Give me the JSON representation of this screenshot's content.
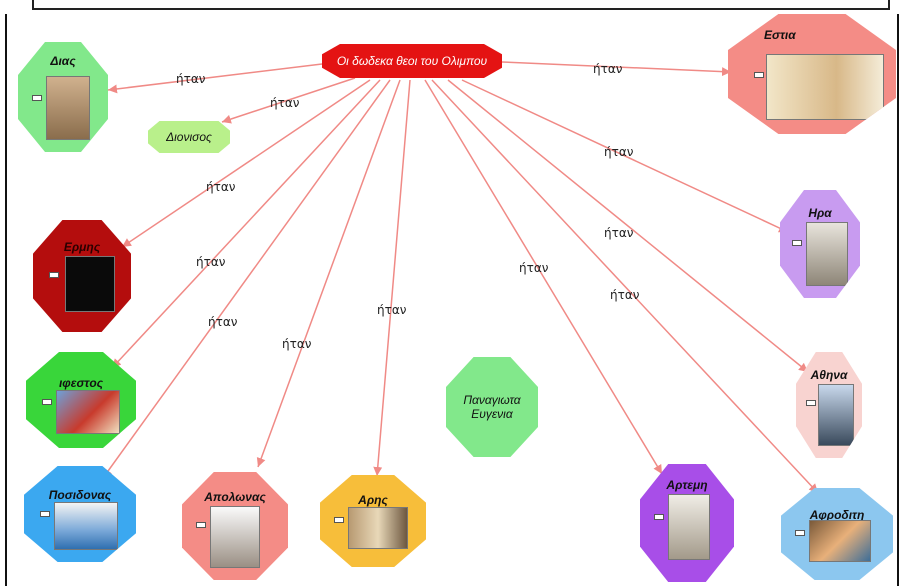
{
  "root": {
    "label": "Οι  δωδεκα θεοι του Ολιμπου"
  },
  "link_label": "ήταν",
  "nodes": {
    "dias": {
      "label": "Διας"
    },
    "dionisos": {
      "label": "Διονισος"
    },
    "ermis": {
      "label": "Ερμης"
    },
    "ifestos": {
      "label": "ιφεστος"
    },
    "posidonas": {
      "label": "Ποσιδονας"
    },
    "apolonas": {
      "label": "Απολωνας"
    },
    "aris": {
      "label": "Αρης"
    },
    "note": {
      "line1": "Παναγιωτα",
      "line2": "Ευγενια"
    },
    "artemi": {
      "label": "Αρτεμη"
    },
    "afroditi": {
      "label": "Αφροδιτη"
    },
    "athina": {
      "label": "Αθηνα"
    },
    "ira": {
      "label": "Ηρα"
    },
    "estia": {
      "label": "Εστια"
    }
  },
  "colors": {
    "green": "#82e88b",
    "red": "#e41313",
    "darkred": "#b40d0d",
    "brightgreen": "#39d63a",
    "blue": "#3ba8f0",
    "salmon": "#f48c86",
    "orange": "#f7be3a",
    "purple": "#a84ee8",
    "lightblue": "#8cc7ef",
    "pink": "#f8d3d0",
    "lavender": "#c89bf0",
    "edge": "#f08a86"
  }
}
